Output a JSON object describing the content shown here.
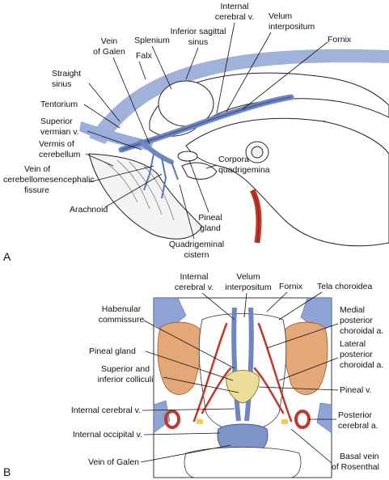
{
  "panel_a": {
    "letter": "A",
    "labels": {
      "internal_cerebral_v_1": "Internal",
      "internal_cerebral_v_2": "cerebral v.",
      "velum_1": "Velum",
      "velum_2": "interpositum",
      "fornix": "Fornix",
      "inferior_sagittal_1": "Inferior sagittal",
      "inferior_sagittal_2": "sinus",
      "splenium": "Splenium",
      "vein_galen_1": "Vein",
      "vein_galen_2": "of Galen",
      "falx": "Falx",
      "straight_sinus_1": "Straight",
      "straight_sinus_2": "sinus",
      "tentorium": "Tentorium",
      "superior_vermian_1": "Superior",
      "superior_vermian_2": "vermian v.",
      "vermis_1": "Vermis of",
      "vermis_2": "cerebellum",
      "cms_vein_1": "Vein of",
      "cms_vein_2": "cerebellomesencephalic",
      "cms_vein_3": "fissure",
      "arachnoid": "Arachnoid",
      "corpora_1": "Corpora",
      "corpora_2": "quadrigemina",
      "pineal_1": "Pineal",
      "pineal_2": "gland",
      "quad_cistern_1": "Quadrigeminal",
      "quad_cistern_2": "cistern"
    }
  },
  "panel_b": {
    "letter": "B",
    "labels": {
      "internal_cerebral_v_1": "Internal",
      "internal_cerebral_v_2": "cerebral v.",
      "velum_1": "Velum",
      "velum_2": "interpositum",
      "fornix": "Fornix",
      "tela": "Tela choroidea",
      "habenular_1": "Habenular",
      "habenular_2": "commissure",
      "medial_pca_1": "Medial",
      "medial_pca_2": "posterior",
      "medial_pca_3": "choroidal a.",
      "pineal_gland": "Pineal gland",
      "lateral_pca_1": "Lateral",
      "lateral_pca_2": "posterior",
      "lateral_pca_3": "choroidal a.",
      "colliculi_1": "Superior and",
      "colliculi_2": "inferior colliculi",
      "pineal_v": "Pineal v.",
      "internal_cerebral_v_left": "Internal cerebral v.",
      "posterior_cerebral_1": "Posterior",
      "posterior_cerebral_2": "cerebral a.",
      "internal_occipital": "Internal occipital v.",
      "basal_vein_1": "Basal vein",
      "basal_vein_2": "of Rosenthal",
      "vein_galen": "Vein of Galen"
    }
  },
  "colors": {
    "vein_blue": "#7f95c9",
    "vein_dark": "#3f5aa0",
    "artery_red": "#c0392b",
    "choroid_orange": "#e0a070",
    "pineal_yellow": "#eedd99",
    "tissue_white": "#ffffff"
  }
}
